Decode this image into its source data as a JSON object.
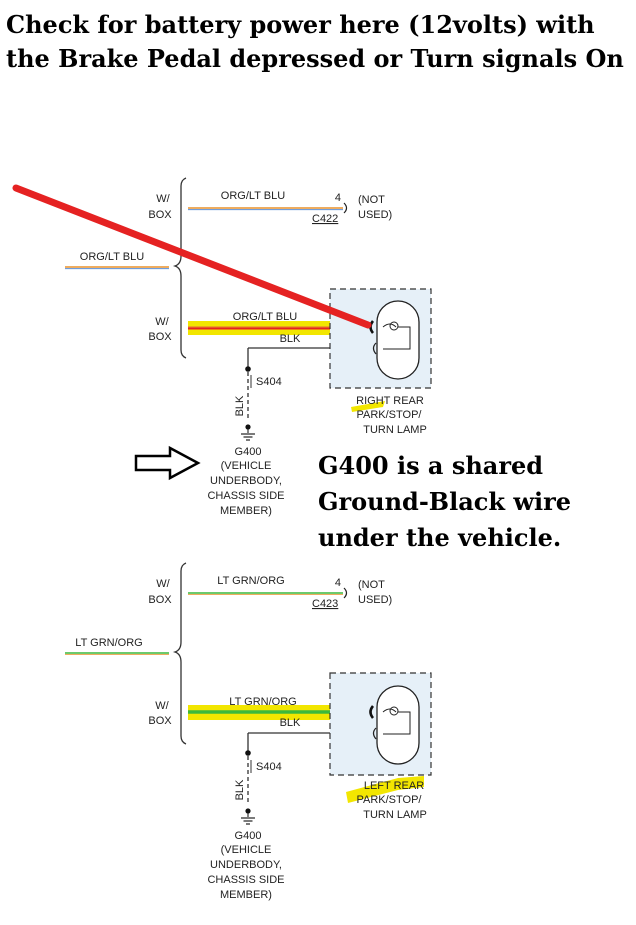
{
  "heading": {
    "line1": "Check for battery power here (12volts) with",
    "line2": "the Brake Pedal depressed or Turn signals On"
  },
  "callout": {
    "line1": "G400 is a shared",
    "line2": "Ground-Black wire",
    "line3": "under the vehicle."
  },
  "colors": {
    "orange_wire": "#e8902a",
    "green_wire": "#3cb93c",
    "blue_stripe": "#5b8fd6",
    "black_wire": "#333333",
    "highlight": "#f2e600",
    "red_marker": "#e52222",
    "lamp_fill": "#e6f0f8"
  },
  "top_circuit": {
    "box_label_1": "W/",
    "box_label_2": "BOX",
    "box_label_3": "W/",
    "box_label_4": "BOX",
    "wire_top": "ORG/LT BLU",
    "pin": "4",
    "connector": "C422",
    "not_used_1": "(NOT",
    "not_used_2": "USED)",
    "wire_side": "ORG/LT BLU",
    "wire_lamp": "ORG/LT BLU",
    "wire_ground": "BLK",
    "splice": "S404",
    "ground_wire": "BLK",
    "ground_id": "G400",
    "ground_desc_1": "(VEHICLE",
    "ground_desc_2": "UNDERBODY,",
    "ground_desc_3": "CHASSIS SIDE",
    "ground_desc_4": "MEMBER)",
    "lamp_1": "RIGHT REAR",
    "lamp_2": "PARK/STOP/",
    "lamp_3": "TURN LAMP"
  },
  "bottom_circuit": {
    "box_label_1": "W/",
    "box_label_2": "BOX",
    "box_label_3": "W/",
    "box_label_4": "BOX",
    "wire_top": "LT GRN/ORG",
    "pin": "4",
    "connector": "C423",
    "not_used_1": "(NOT",
    "not_used_2": "USED)",
    "wire_side": "LT GRN/ORG",
    "wire_lamp": "LT GRN/ORG",
    "wire_ground": "BLK",
    "splice": "S404",
    "ground_wire": "BLK",
    "ground_id": "G400",
    "ground_desc_1": "(VEHICLE",
    "ground_desc_2": "UNDERBODY,",
    "ground_desc_3": "CHASSIS SIDE",
    "ground_desc_4": "MEMBER)",
    "lamp_1": "LEFT REAR",
    "lamp_2": "PARK/STOP/",
    "lamp_3": "TURN LAMP"
  }
}
